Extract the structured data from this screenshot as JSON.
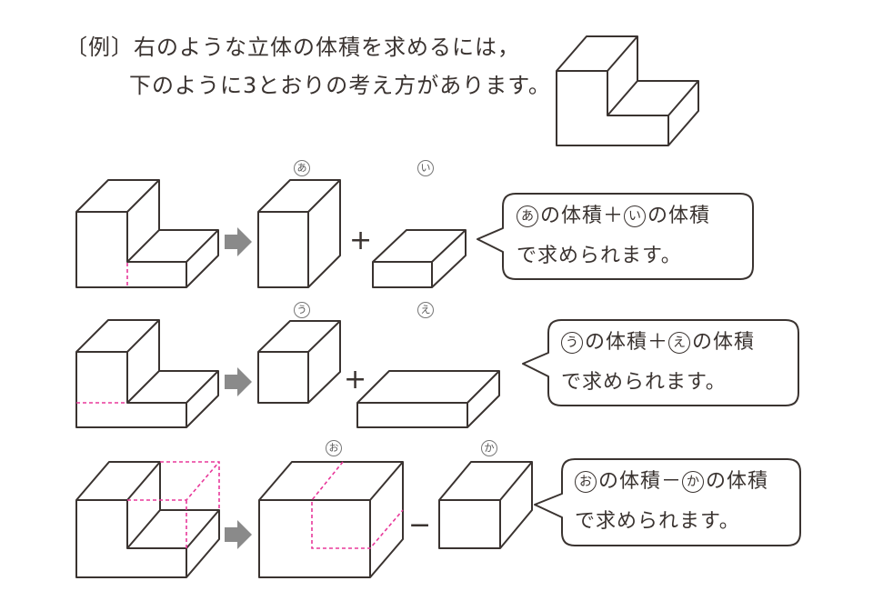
{
  "intro": {
    "line1": "〔例〕右のような立体の体積を求めるには，",
    "line2": "下のように3とおりの考え方があります。"
  },
  "rows": [
    {
      "label_a": "あ",
      "label_b": "い",
      "operator": "+",
      "bubble": {
        "a": "あ",
        "mid": "の体積＋",
        "b": "い",
        "end": "の体積",
        "line2": "で求められます。"
      }
    },
    {
      "label_a": "う",
      "label_b": "え",
      "operator": "+",
      "bubble": {
        "a": "う",
        "mid": "の体積＋",
        "b": "え",
        "end": "の体積",
        "line2": "で求められます。"
      }
    },
    {
      "label_a": "お",
      "label_b": "か",
      "operator": "−",
      "bubble": {
        "a": "お",
        "mid": "の体積－",
        "b": "か",
        "end": "の体積",
        "line2": "で求められます。"
      }
    }
  ],
  "colors": {
    "line": "#3a3330",
    "dash": "#e8389a",
    "arrow": "#8a8a8a"
  }
}
